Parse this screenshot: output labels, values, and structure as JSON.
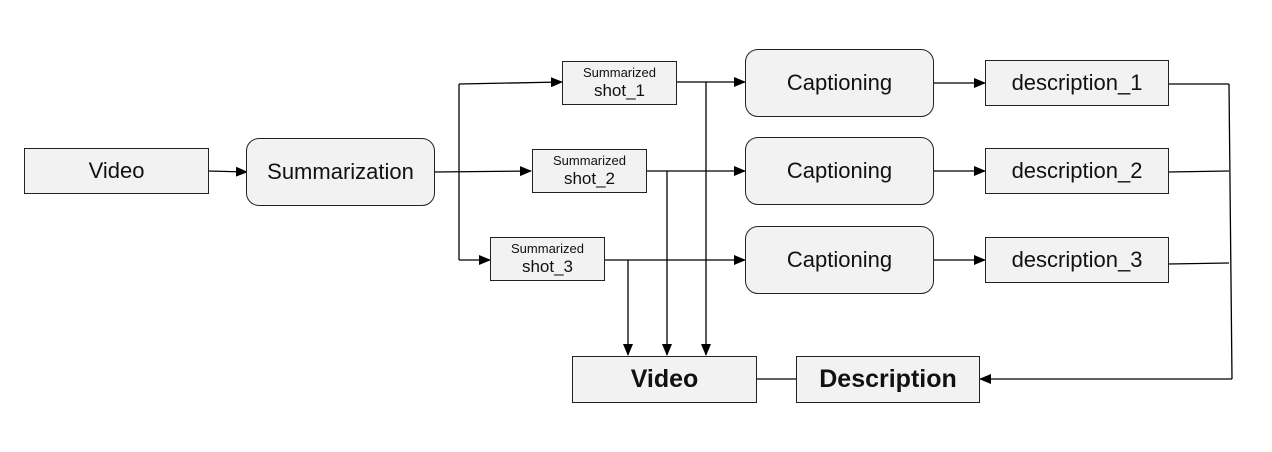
{
  "nodes": {
    "video_input": "Video",
    "summarization": "Summarization",
    "shots": [
      {
        "line1": "Summarized",
        "line2": "shot_1"
      },
      {
        "line1": "Summarized",
        "line2": "shot_2"
      },
      {
        "line1": "Summarized",
        "line2": "shot_3"
      }
    ],
    "captioning": [
      "Captioning",
      "Captioning",
      "Captioning"
    ],
    "descriptions": [
      "description_1",
      "description_2",
      "description_3"
    ],
    "video_output": "Video",
    "description_output": "Description"
  },
  "colors": {
    "box_fill": "#f2f2f2",
    "stroke": "#222222"
  }
}
